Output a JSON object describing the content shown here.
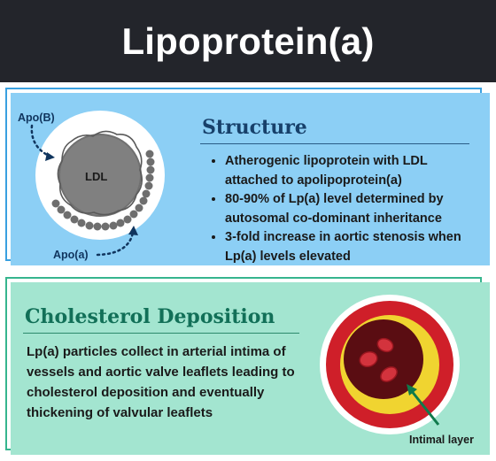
{
  "header": {
    "title": "Lipoprotein(a)"
  },
  "structure": {
    "title": "Structure",
    "bullets": [
      "Atherogenic lipoprotein with LDL attached to apolipoprotein(a)",
      "80-90% of Lp(a) level determined by autosomal co-dominant inheritance",
      "3-fold increase in aortic stenosis when Lp(a) levels elevated"
    ],
    "diagram": {
      "ldl_label": "LDL",
      "apo_b_label": "Apo(B)",
      "apo_a_label": "Apo(a)"
    }
  },
  "deposition": {
    "title": "Cholesterol Deposition",
    "text": "Lp(a) particles collect in arterial intima of vessels and aortic valve leaflets leading to cholesterol deposition and eventually thickening of valvular leaflets",
    "intimal_label": "Intimal layer"
  },
  "colors": {
    "header_bg": "#23252b",
    "structure_bg": "#8ccff5",
    "deposition_bg": "#a3e5d0",
    "structure_title": "#17406a",
    "deposition_title": "#127058"
  }
}
